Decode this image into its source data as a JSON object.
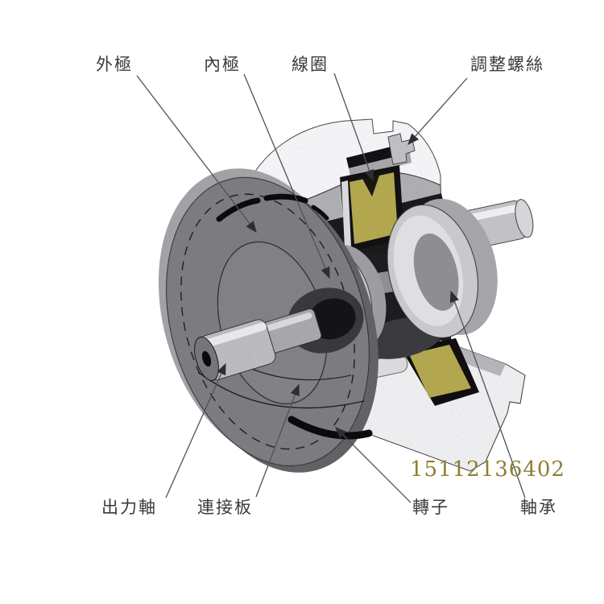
{
  "figure": {
    "watermark": "15112136402",
    "labels": {
      "outer_pole": "外極",
      "inner_pole": "內極",
      "coil": "線圈",
      "adjust_screw": "調整螺絲",
      "output_shaft": "出力軸",
      "connect_plate": "連接板",
      "rotor": "轉子",
      "bearing": "軸承"
    },
    "colors": {
      "coil_fill": "#b2a64f",
      "disc_gray": "#7b7b80",
      "housing_light": "#f3f3f5",
      "plate_light": "#ededef",
      "watermark_text": "#8f7f33",
      "label_text": "#3a3a3e",
      "leader_line": "#515156",
      "background": "#ffffff"
    }
  }
}
